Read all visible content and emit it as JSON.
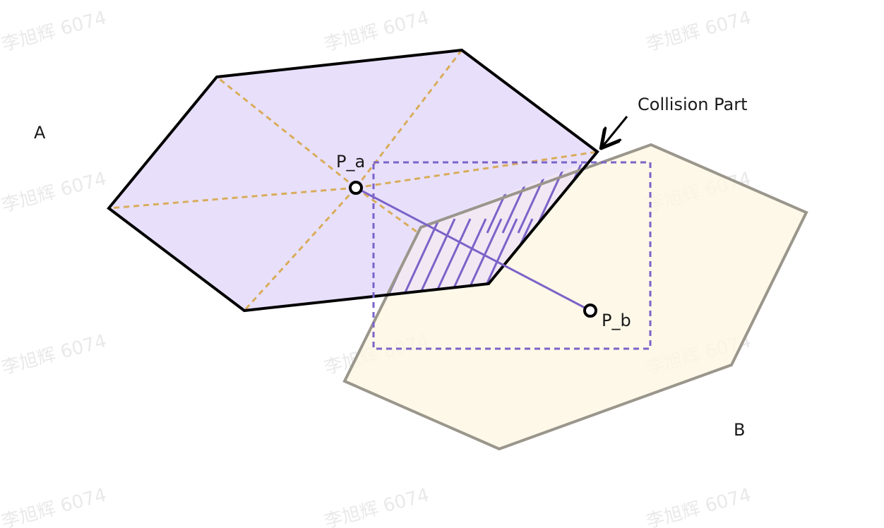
{
  "labels": {
    "shape_a": "A",
    "shape_b": "B",
    "point_a": "P_a",
    "point_b": "P_b",
    "collision": "Collision Part"
  },
  "watermark": "李旭辉 6074",
  "colors": {
    "shape_a_fill": "#e8e0fb",
    "shape_a_stroke": "#000000",
    "shape_b_fill": "#fdf8ea",
    "shape_b_stroke": "#9a968c",
    "triangulation_dash": "#d9ac5a",
    "bbox_dash": "#7b63c8",
    "center_line": "#7b63c8",
    "hatch": "#7b63c8",
    "point_marker": "#000000"
  }
}
